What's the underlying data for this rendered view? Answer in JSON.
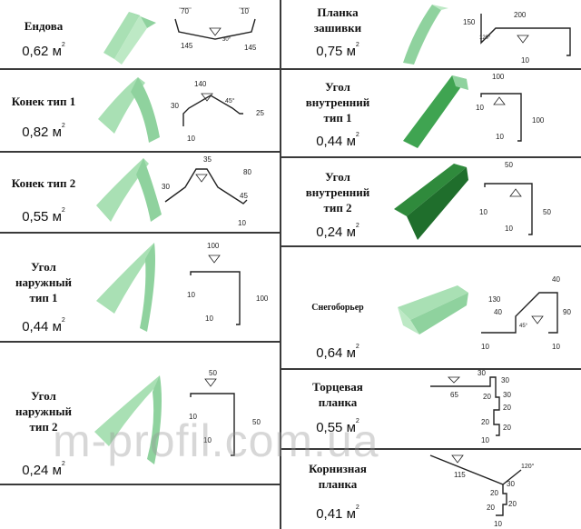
{
  "items": [
    {
      "name": "Ендова",
      "price": "0,62 м",
      "unit_sup": "2"
    },
    {
      "name": "Конек тип 1",
      "price": "0,82 м",
      "unit_sup": "2"
    },
    {
      "name": "Конек тип 2",
      "price": "0,55 м",
      "unit_sup": "2"
    },
    {
      "name_lines": [
        "Угол",
        "наружный",
        "тип 1"
      ],
      "price": "0,44 м",
      "unit_sup": "2"
    },
    {
      "name_lines": [
        "Угол",
        "наружный",
        "тип 2"
      ],
      "price": "0,24 м",
      "unit_sup": "2"
    },
    {
      "name_lines": [
        "Планка",
        "зашивки"
      ],
      "price": "0,75 м",
      "unit_sup": "2"
    },
    {
      "name_lines": [
        "Угол",
        "внутренний",
        "тип 1"
      ],
      "price": "0,44 м",
      "unit_sup": "2"
    },
    {
      "name_lines": [
        "Угол",
        "внутренний",
        "тип 2"
      ],
      "price": "0,24 м",
      "unit_sup": "2"
    },
    {
      "name": "Снегоборьер",
      "price": "0,64 м",
      "unit_sup": "2"
    },
    {
      "name_lines": [
        "Торцевая",
        "планка"
      ],
      "price": "0,55 м",
      "unit_sup": "2"
    },
    {
      "name_lines": [
        "Корнизная",
        "планка"
      ],
      "price": "0,41 м",
      "unit_sup": "2"
    }
  ],
  "dimensions": {
    "endova": [
      "70",
      "10",
      "145",
      "145",
      "30°"
    ],
    "konek1": [
      "140",
      "30",
      "45°",
      "25",
      "10"
    ],
    "konek2": [
      "35",
      "80",
      "30",
      "45",
      "10"
    ],
    "ugol_nar1": [
      "100",
      "10",
      "100",
      "10"
    ],
    "ugol_nar2": [
      "50",
      "10",
      "50",
      "10"
    ],
    "zashivka": [
      "200",
      "150",
      "120°",
      "10"
    ],
    "ugol_vn1": [
      "100",
      "10",
      "100",
      "10"
    ],
    "ugol_vn2": [
      "50",
      "10",
      "50",
      "10"
    ],
    "snego": [
      "40",
      "130",
      "40",
      "90",
      "10",
      "45°",
      "10"
    ],
    "torec": [
      "30",
      "30",
      "65",
      "30",
      "20",
      "20",
      "20",
      "20",
      "10"
    ],
    "korniz": [
      "120°",
      "115",
      "30",
      "20",
      "20",
      "20",
      "10"
    ]
  },
  "watermark": "m-profil.com.ua",
  "colors": {
    "metal_light": "#a9e0b4",
    "metal_mid": "#8fd29e",
    "metal_dark": "#2f8a3c"
  }
}
